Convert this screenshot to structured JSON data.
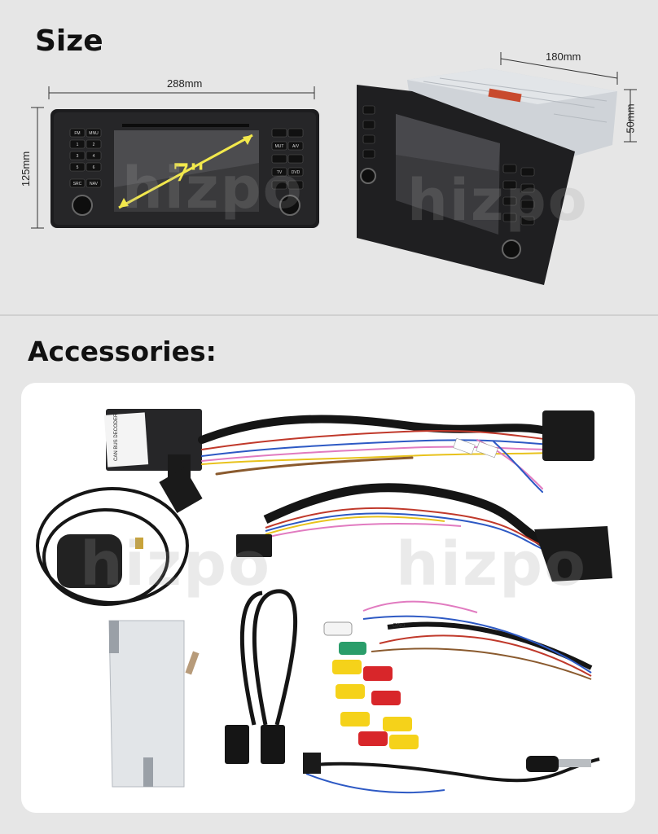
{
  "titles": {
    "size": "Size",
    "accessories": "Accessories:"
  },
  "dimensions": {
    "front_width": "288mm",
    "front_height": "125mm",
    "side_depth": "180mm",
    "side_height": "50mm",
    "screen_size": "7''"
  },
  "watermark": "hizpo",
  "front_buttons": {
    "left": [
      "FM",
      "MNU",
      "1",
      "2",
      "3",
      "4",
      "5",
      "6",
      "SRC",
      "NAV"
    ],
    "right": [
      "MUT",
      "A/V",
      "TV",
      "DVD"
    ]
  },
  "labels": {
    "can_bus_box": "CAN BUS DECODER",
    "gnd": "GND"
  },
  "colors": {
    "background": "#e6e6e6",
    "panel": "#ffffff",
    "screen_arrow": "#f2e84c",
    "rca_yellow": "#f5d21a",
    "rca_red": "#d8262a",
    "rca_white": "#f4f4f4",
    "rca_green": "#2a9d6a"
  }
}
